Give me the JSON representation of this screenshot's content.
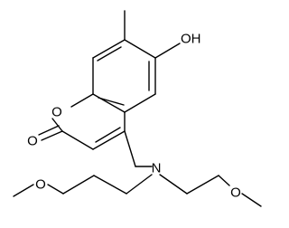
{
  "molecule": {
    "atom_labels": {
      "hydroxyl": "OH",
      "ring_oxygen": "O",
      "carbonyl_oxygen": "O",
      "nitrogen": "N",
      "methoxy_oxygen_left": "O",
      "methoxy_oxygen_right": "O"
    }
  }
}
